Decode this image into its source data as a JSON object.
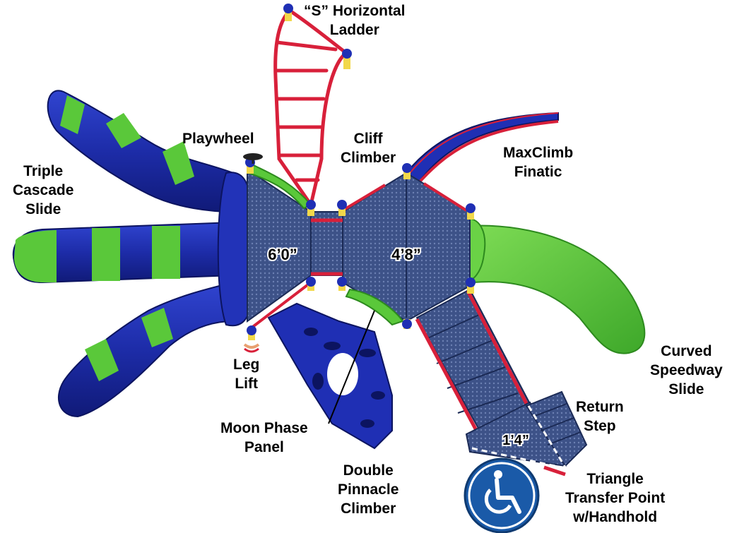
{
  "labels": {
    "s_horizontal_ladder": "“S” Horizontal\nLadder",
    "playwheel": "Playwheel",
    "cliff_climber": "Cliff\nClimber",
    "maxclimb_finatic": "MaxClimb\nFinatic",
    "triple_cascade_slide": "Triple\nCascade\nSlide",
    "leg_lift": "Leg\nLift",
    "moon_phase_panel": "Moon Phase\nPanel",
    "double_pinnacle_climber": "Double\nPinnacle\nClimber",
    "curved_speedway_slide": "Curved\nSpeedway\nSlide",
    "return_step": "Return\nStep",
    "triangle_transfer_point": "Triangle\nTransfer Point\nw/Handhold"
  },
  "deck_heights": {
    "left_deck": "6’0”",
    "right_deck": "4’8”",
    "transfer_deck": "1’4”"
  },
  "icons": {
    "accessibility": "wheelchair-icon"
  },
  "colors": {
    "blue": "#1f2fb4",
    "green": "#5ac83a",
    "red": "#d8203a",
    "deck": "#3a4f86",
    "access_blue": "#1a5aa8"
  }
}
